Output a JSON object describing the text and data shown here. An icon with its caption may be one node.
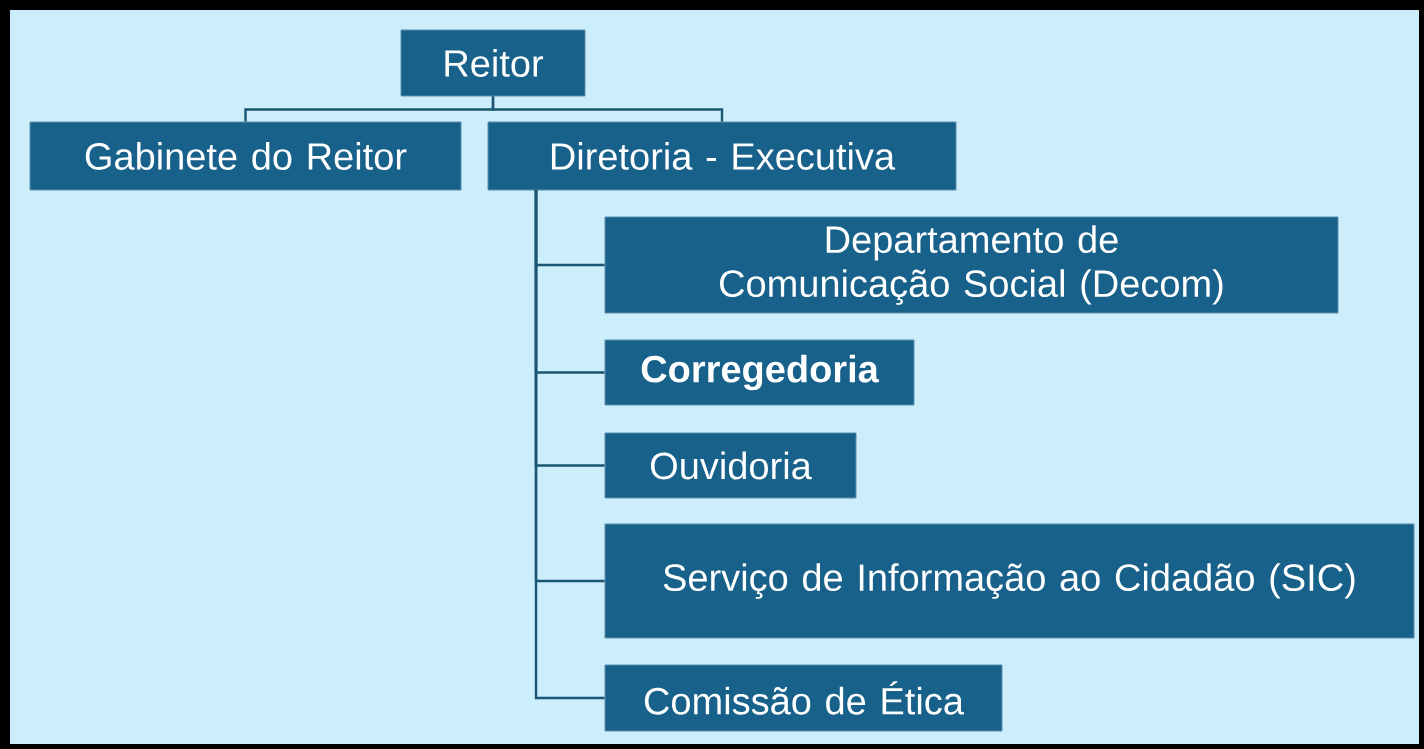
{
  "diagram": {
    "nodes": [
      {
        "text": [
          "Reitor"
        ]
      },
      {
        "text": [
          "Gabinete do Reitor"
        ]
      },
      {
        "text": [
          "Diretoria - Executiva"
        ]
      },
      {
        "text": [
          "Departamento de Comunicação Social (Decom)"
        ]
      },
      {
        "text": [
          "Corregedoria"
        ]
      },
      {
        "text": [
          "Ouvidoria"
        ]
      },
      {
        "text": [
          "Serviço de Informação ao Cidadão (SIC)"
        ]
      },
      {
        "text": [
          "Comissão de Ética"
        ]
      }
    ],
    "edges": [
      {
        "from": 0,
        "to": 1,
        "arrow": "none"
      },
      {
        "from": 0,
        "to": 2,
        "arrow": "none"
      },
      {
        "from": 2,
        "to": 3,
        "arrow": "none"
      },
      {
        "from": 2,
        "to": 4,
        "arrow": "none"
      },
      {
        "from": 2,
        "to": 5,
        "arrow": "none"
      },
      {
        "from": 2,
        "to": 6,
        "arrow": "none"
      },
      {
        "from": 2,
        "to": 7,
        "arrow": "none"
      }
    ]
  }
}
